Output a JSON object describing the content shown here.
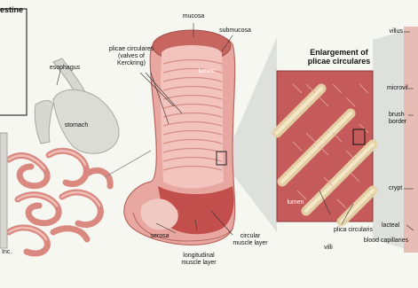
{
  "header_fragment": "estine",
  "credit_fragment": "Inc.",
  "title": [
    "Enlargement of",
    "plicae circulares"
  ],
  "labels": {
    "mucosa": "mucosa",
    "submucosa": "submucosa",
    "plicae": [
      "plicae circulares",
      "(valves of",
      "Kerckring)"
    ],
    "lumen_main": "lumen",
    "esophagus": "esophagus",
    "stomach": "stomach",
    "lumen_enlarge": "lumen",
    "plica_circularis": "plica circularis",
    "villi": "villi",
    "serosa": "serosa",
    "longitudinal": [
      "longitudinal",
      "muscle layer"
    ],
    "circular": [
      "circular",
      "muscle layer"
    ],
    "villus": "villus",
    "microvilli": "microvil",
    "brush_border": [
      "brush",
      "border"
    ],
    "crypt": "crypt",
    "lacteal": "lacteal",
    "blood_capillaries": "blood capillaries"
  },
  "colors": {
    "background": "#f7f7f2",
    "intestine_outer": "#e8a7a0",
    "intestine_inner": "#f3c4bd",
    "intestine_dark": "#c7665f",
    "mucosa_red": "#b84a48",
    "stomach_gray": "#d8d8d2",
    "enlargement_bg": "#c45a59",
    "fold_color": "#e6b8a8",
    "gray_cone": "#c9ccc8"
  }
}
